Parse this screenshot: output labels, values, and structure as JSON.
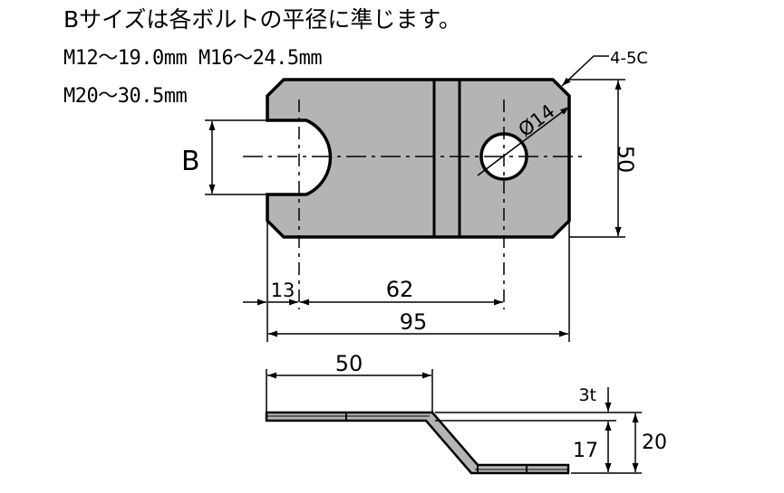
{
  "notes": {
    "title": "Bサイズは各ボルトの平径に準じます。",
    "line1": "M12～19.0mm M16～24.5mm",
    "line2": "M20～30.5mm"
  },
  "plan_view": {
    "chamfer_label": "4-5C",
    "hole_label": "Ø14",
    "slot_label": "B",
    "height_dim": "50",
    "dim_edge_to_slot": "13",
    "dim_slot_to_hole": "62",
    "dim_total": "95"
  },
  "side_view": {
    "dim_top_length": "50",
    "dim_thickness": "3t",
    "dim_offset": "17",
    "dim_total_height": "20"
  },
  "colors": {
    "plate_fill": "#b4b4b4",
    "line": "#000000"
  }
}
